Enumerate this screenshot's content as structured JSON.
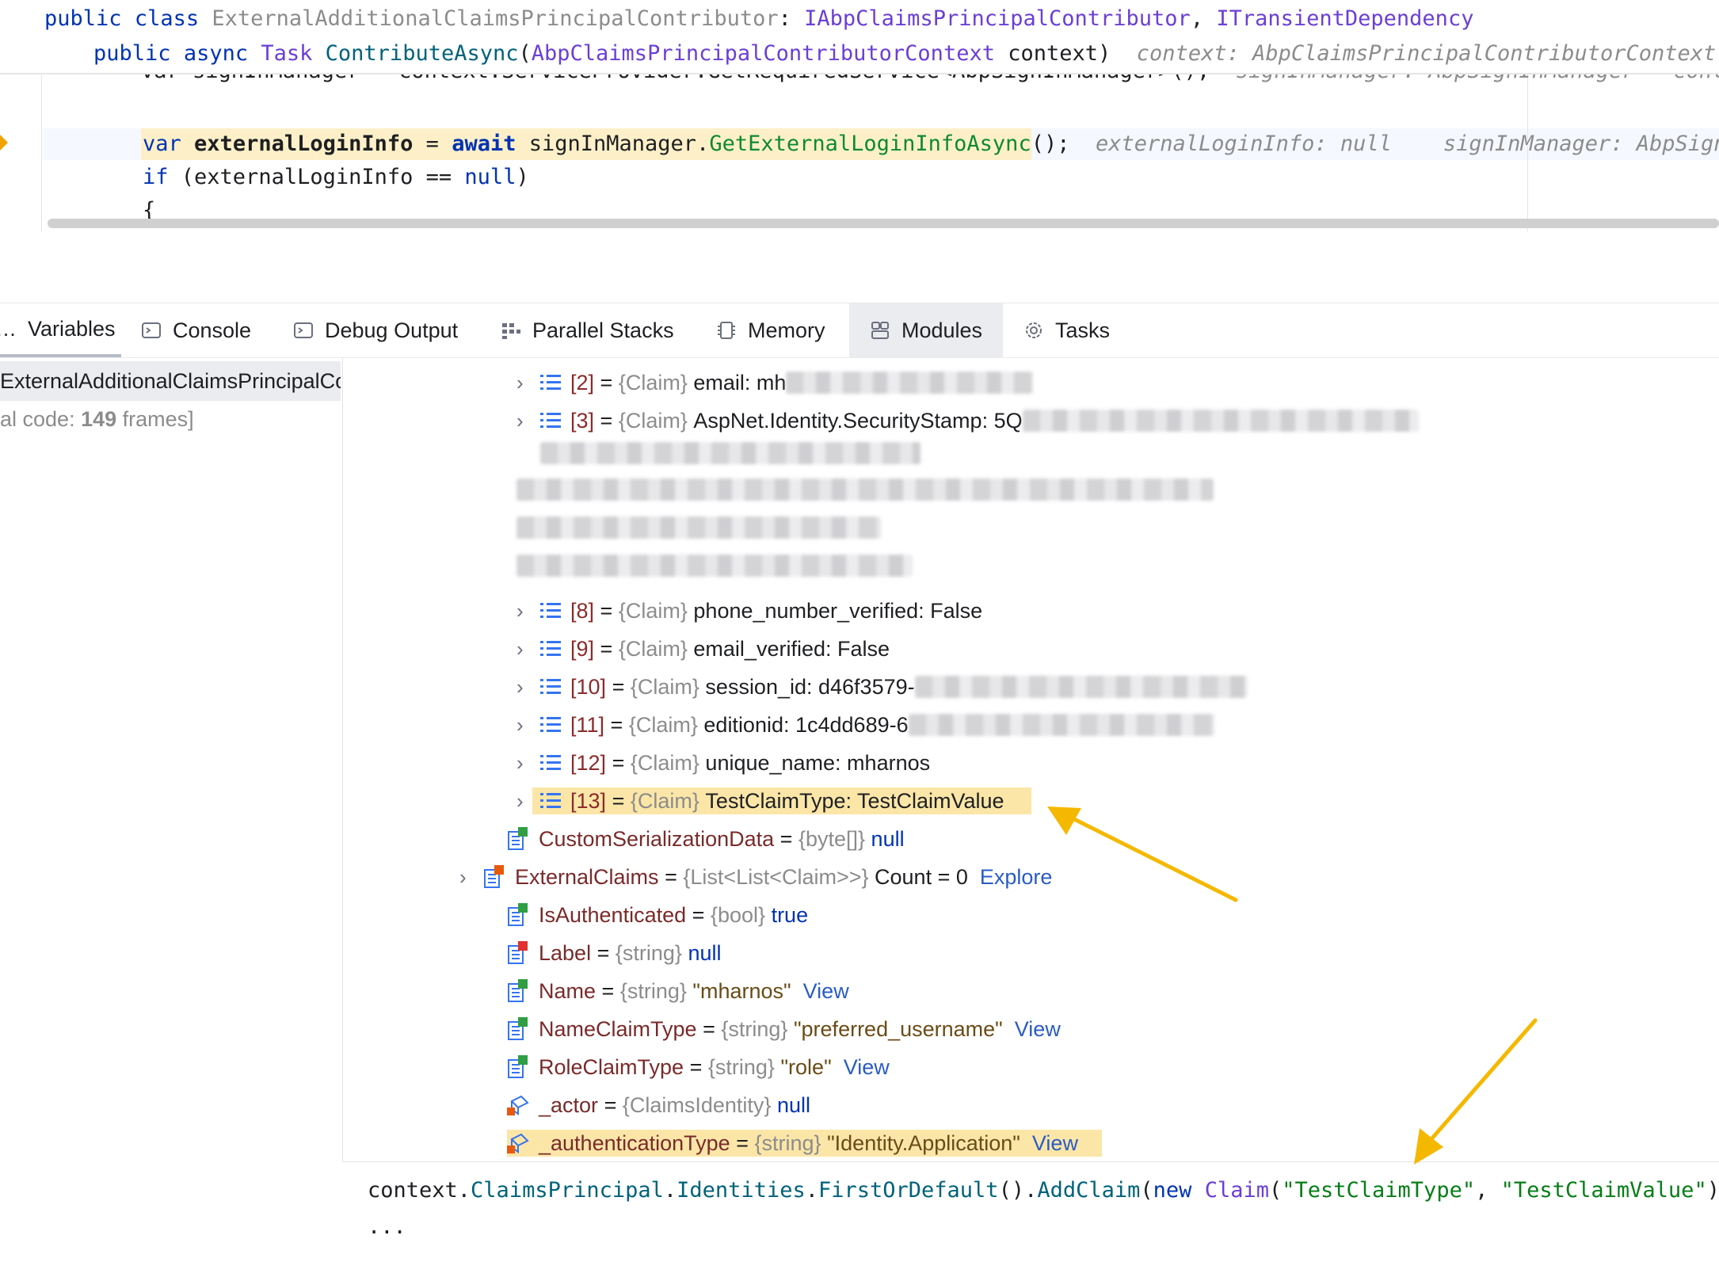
{
  "editor": {
    "line1": {
      "kw1": "public",
      "kw2": "class",
      "classname": "ExternalAdditionalClaimsPrincipalContributor",
      "colon": ":",
      "iface1": "IAbpClaimsPrincipalContributor",
      "comma": ",",
      "iface2": "ITransientDependency"
    },
    "line2": {
      "kw1": "public",
      "kw2": "async",
      "type": "Task",
      "method": "ContributeAsync",
      "open": "(",
      "ptype": "AbpClaimsPrincipalContributorContext",
      "pname": "context)",
      "hint": "context: AbpClaimsPrincipalContributorContext"
    },
    "line3": {
      "text": "var signInManager = context.ServiceProvider.GetRequiredService<AbpSignInManager>();",
      "hint1": "signInManager: AbpSignInManager",
      "hint2": "context"
    },
    "line4": {
      "kw": "var",
      "name": "externalLoginInfo",
      "eq": "=",
      "await": "await",
      "obj": "signInManager.",
      "call": "GetExternalLoginInfoAsync",
      "end": "();",
      "hint1": "externalLoginInfo: null",
      "hint2": "signInManager: AbpSignInMa"
    },
    "line5": {
      "kw": "if",
      "mid": "(externalLoginInfo ==",
      "null": "null",
      "end": ")"
    },
    "line6": {
      "text": "{"
    }
  },
  "tabs": [
    {
      "label": "Variables",
      "icon": "variables-icon"
    },
    {
      "label": "Console",
      "icon": "console-icon"
    },
    {
      "label": "Debug Output",
      "icon": "debug-output-icon"
    },
    {
      "label": "Parallel Stacks",
      "icon": "parallel-stacks-icon"
    },
    {
      "label": "Memory",
      "icon": "memory-icon"
    },
    {
      "label": "Modules",
      "icon": "modules-icon"
    },
    {
      "label": "Tasks",
      "icon": "tasks-icon"
    }
  ],
  "frames": {
    "selected": "ExternalAdditionalClaimsPrincipalCo",
    "external_prefix": "al code: ",
    "external_count": "149",
    "external_suffix": " frames]"
  },
  "claims": [
    {
      "index": "[2]",
      "type": "{Claim}",
      "value": "email: mh"
    },
    {
      "index": "[3]",
      "type": "{Claim}",
      "value": "AspNet.Identity.SecurityStamp: 5Q"
    },
    {
      "index": "[8]",
      "type": "{Claim}",
      "value": "phone_number_verified: False"
    },
    {
      "index": "[9]",
      "type": "{Claim}",
      "value": "email_verified: False"
    },
    {
      "index": "[10]",
      "type": "{Claim}",
      "value": "session_id: d46f3579-"
    },
    {
      "index": "[11]",
      "type": "{Claim}",
      "value": "editionid: 1c4dd689-6"
    },
    {
      "index": "[12]",
      "type": "{Claim}",
      "value": "unique_name: mharnos"
    },
    {
      "index": "[13]",
      "type": "{Claim}",
      "value": "TestClaimType: TestClaimValue"
    }
  ],
  "eq": "=",
  "props": [
    {
      "name": "CustomSerializationData",
      "type": "{byte[]}",
      "value": "null",
      "link": ""
    },
    {
      "name": "ExternalClaims",
      "type": "{List<List<Claim>>}",
      "value": "Count = 0",
      "link": "Explore"
    },
    {
      "name": "IsAuthenticated",
      "type": "{bool}",
      "value": "true",
      "link": ""
    },
    {
      "name": "Label",
      "type": "{string}",
      "value": "null",
      "link": ""
    },
    {
      "name": "Name",
      "type": "{string}",
      "value": "\"mharnos\"",
      "link": "View"
    },
    {
      "name": "NameClaimType",
      "type": "{string}",
      "value": "\"preferred_username\"",
      "link": "View"
    },
    {
      "name": "RoleClaimType",
      "type": "{string}",
      "value": "\"role\"",
      "link": "View"
    },
    {
      "name": "_actor",
      "type": "{ClaimsIdentity}",
      "value": "null",
      "link": ""
    },
    {
      "name": "_authenticationType",
      "type": "{string}",
      "value": "\"Identity.Application\"",
      "link": "View"
    }
  ],
  "evaluate": {
    "p1": "context.",
    "p2": "ClaimsPrincipal",
    "p3": ".",
    "p4": "Identities",
    "p5": ".",
    "p6": "FirstOrDefault",
    "p7": "().",
    "p8": "AddClaim",
    "p9": "(",
    "p10": "new",
    "p11": " ",
    "p12": "Claim",
    "p13": "(",
    "p14": "\"TestClaimType\"",
    "p15": ", ",
    "p16": "\"TestClaimValue\"",
    "p17": "))",
    "ellipsis": "..."
  },
  "colors": {
    "arrow": "#f5b800",
    "highlight": "#fbe6a8",
    "link": "#2a5cc5",
    "keyword": "#0033b3"
  }
}
